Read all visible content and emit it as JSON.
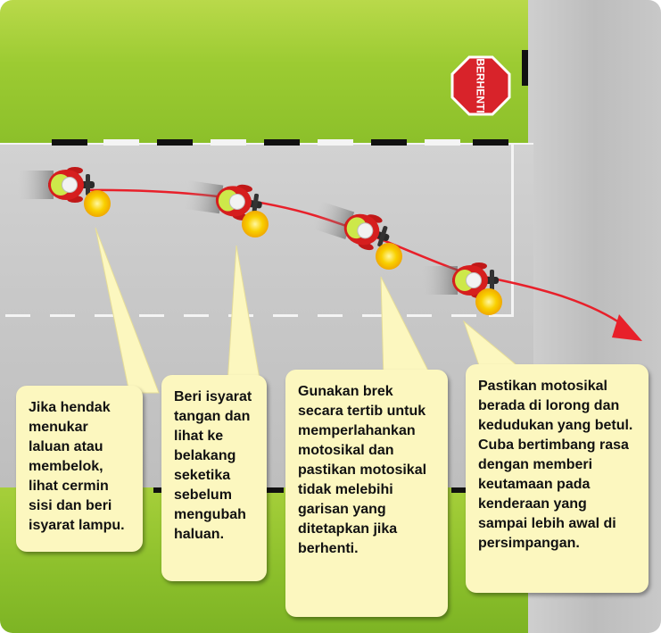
{
  "sign": {
    "label": "BERHENTI"
  },
  "captions": [
    {
      "text": "Jika hendak\nmenukar\nlaluan atau\nmembelok,\nlihat cermin\nsisi dan beri\nisyarat lampu."
    },
    {
      "text": "Beri isyarat\ntangan dan\nlihat ke\nbelakang\nseketika\nsebelum\nmengubah\nhaluan."
    },
    {
      "text": "Gunakan brek\nsecara tertib untuk\nmemperlahankan\nmotosikal dan\npastikan motosikal\ntidak melebihi\ngarisan yang\nditetapkan jika\nberhenti."
    },
    {
      "text": "Pastikan motosikal\nberada di lorong dan\nkedudukan yang betul.\nCuba bertimbang rasa\ndengan memberi\nkeutamaan pada\nkenderaan yang\nsampai lebih awal di\npersimpangan."
    }
  ],
  "colors": {
    "grass": "#8cc02a",
    "road": "#c9c9c9",
    "bubble": "#fcf7bf",
    "path_arrow": "#e8202a",
    "indicator": "#f5b800",
    "sign": "#d8232a",
    "rider_jacket": "#d61e1e",
    "rider_vest": "#cde84a"
  },
  "icons": [
    "motorcyclist-icon",
    "stop-sign-icon",
    "indicator-light-icon",
    "path-arrow-icon"
  ]
}
